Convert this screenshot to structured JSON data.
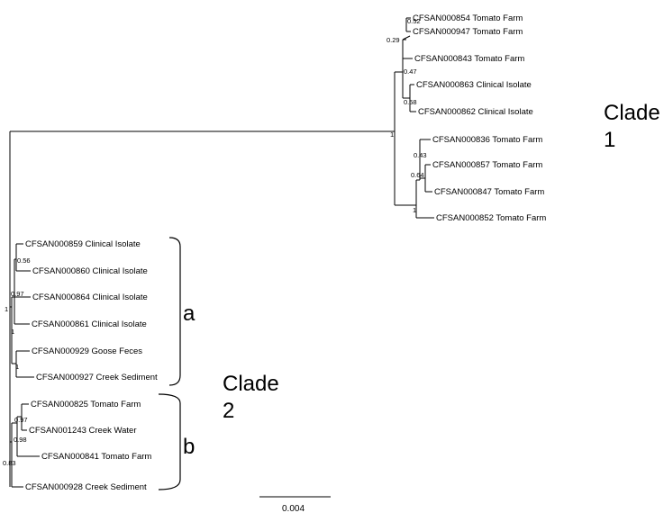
{
  "leaves": [
    {
      "label": "CFSAN000854 Tomato Farm"
    },
    {
      "label": "CFSAN000947 Tomato Farm"
    },
    {
      "label": "CFSAN000843 Tomato Farm"
    },
    {
      "label": "CFSAN000863 Clinical Isolate"
    },
    {
      "label": "CFSAN000862 Clinical Isolate"
    },
    {
      "label": "CFSAN000836 Tomato Farm"
    },
    {
      "label": "CFSAN000857 Tomato Farm"
    },
    {
      "label": "CFSAN000847 Tomato Farm"
    },
    {
      "label": "CFSAN000852 Tomato Farm"
    },
    {
      "label": "CFSAN000859 Clinical Isolate"
    },
    {
      "label": "CFSAN000860 Clinical Isolate"
    },
    {
      "label": "CFSAN000864 Clinical Isolate"
    },
    {
      "label": "CFSAN000861 Clinical Isolate"
    },
    {
      "label": "CFSAN000929 Goose Feces"
    },
    {
      "label": "CFSAN000927 Creek Sediment"
    },
    {
      "label": "CFSAN000825 Tomato Farm"
    },
    {
      "label": "CFSAN001243 Creek Water"
    },
    {
      "label": "CFSAN000841 Tomato Farm"
    },
    {
      "label": "CFSAN000928 Creek Sediment"
    }
  ],
  "support_values": [
    {
      "value": "0.52"
    },
    {
      "value": "0.29"
    },
    {
      "value": "0.47"
    },
    {
      "value": "0.58"
    },
    {
      "value": "1"
    },
    {
      "value": "0.43"
    },
    {
      "value": "0.64"
    },
    {
      "value": "1"
    },
    {
      "value": "0.56"
    },
    {
      "value": "0.97"
    },
    {
      "value": "1"
    },
    {
      "value": "1"
    },
    {
      "value": "1"
    },
    {
      "value": "0.97"
    },
    {
      "value": "0.98"
    },
    {
      "value": "0.83"
    }
  ],
  "clade1": {
    "line1": "Clade",
    "line2": "1"
  },
  "clade2": {
    "line1": "Clade",
    "line2": "2"
  },
  "subclade_a": "a",
  "subclade_b": "b",
  "scale_bar": {
    "label": "0.004"
  }
}
